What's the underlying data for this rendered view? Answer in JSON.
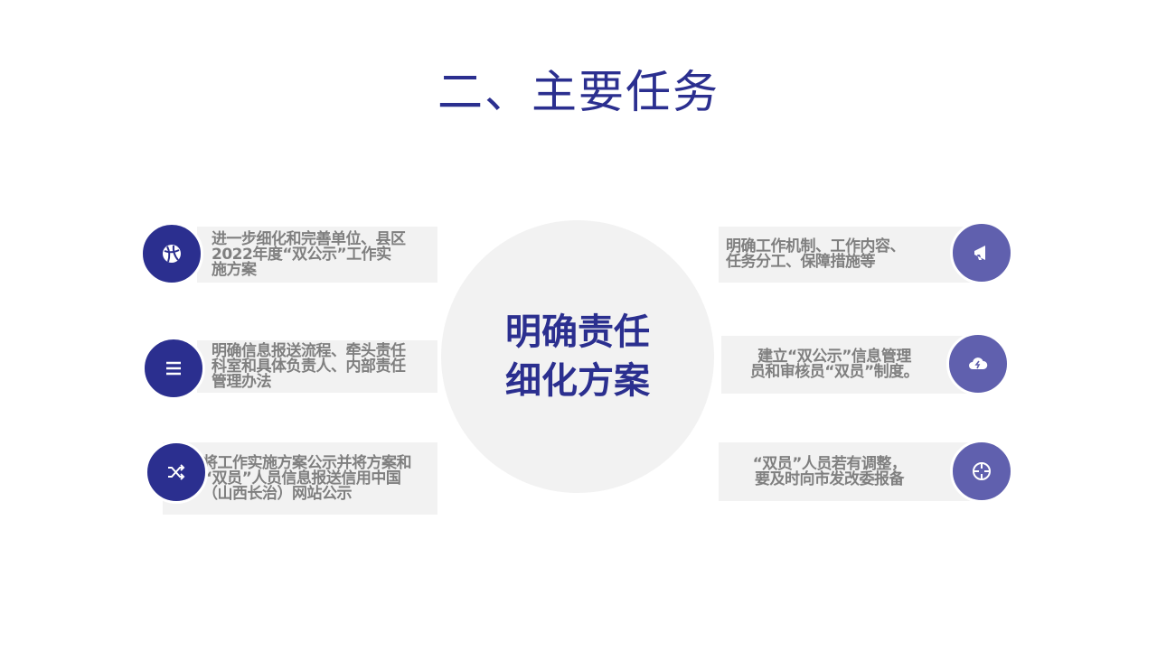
{
  "title": "二、主要任务",
  "center": {
    "line1": "明确责任",
    "line2": "细化方案"
  },
  "left_items": [
    {
      "icon": "globe-icon",
      "lines": [
        "进一步细化和完善单位、县区",
        "2022年度“双公示”工作实",
        "施方案"
      ]
    },
    {
      "icon": "menu-icon",
      "lines": [
        "明确信息报送流程、牵头责任",
        "科室和具体负责人、内部责任",
        "管理办法"
      ]
    },
    {
      "icon": "shuffle-icon",
      "lines": [
        "将工作实施方案公示并将方案和",
        "“双员”人员信息报送信用中国",
        "（山西长治）网站公示"
      ]
    }
  ],
  "right_items": [
    {
      "icon": "megaphone-icon",
      "lines": [
        "明确工作机制、工作内容、",
        "任务分工、保障措施等"
      ]
    },
    {
      "icon": "cloud-lightning-icon",
      "lines": [
        "建立“双公示”信息管理",
        "员和审核员“双员”制度。"
      ]
    },
    {
      "icon": "crosshair-icon",
      "lines": [
        "“双员”人员若有调整，",
        "要及时向市发改委报备"
      ]
    }
  ],
  "colors": {
    "title": "#2b2f8f",
    "left_circle": "#2b2f8f",
    "right_circle": "#6060ae",
    "text": "#7f7f7f",
    "box": "#f2f2f2"
  }
}
